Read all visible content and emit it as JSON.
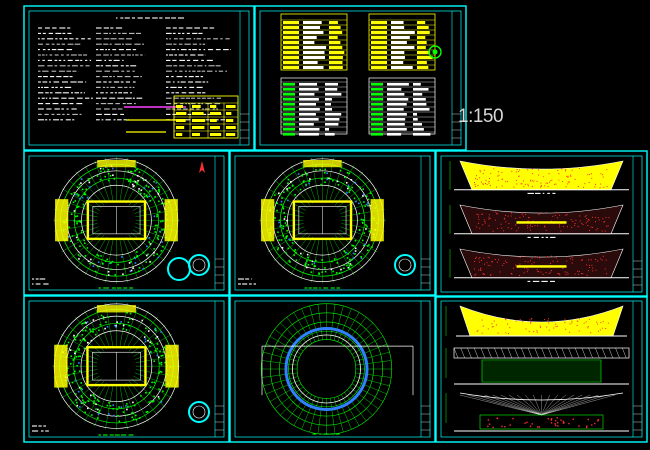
{
  "scale_label": "1:150",
  "colors": {
    "background": "#000000",
    "frame": "#00ffff",
    "grid": "#00ff00",
    "highlight": "#ffff00",
    "accent_red": "#ff3030",
    "accent_magenta": "#ff40ff",
    "accent_blue": "#3080ff",
    "text": "#ffffff"
  },
  "sheets": [
    {
      "id": "design-notes",
      "kind": "notes"
    },
    {
      "id": "door-window-schedule",
      "kind": "tables"
    },
    {
      "id": "ground-floor-plan",
      "kind": "round-plan",
      "north_arrow": true,
      "detail_rings": 2
    },
    {
      "id": "second-floor-plan",
      "kind": "round-plan",
      "north_arrow": false,
      "detail_rings": 1
    },
    {
      "id": "elevations",
      "kind": "elevations",
      "count": 3
    },
    {
      "id": "third-floor-plan",
      "kind": "round-plan",
      "north_arrow": false,
      "detail_rings": 1
    },
    {
      "id": "roof-plan",
      "kind": "roof-plan"
    },
    {
      "id": "elevation-and-sections",
      "kind": "sections",
      "count": 3
    }
  ]
}
